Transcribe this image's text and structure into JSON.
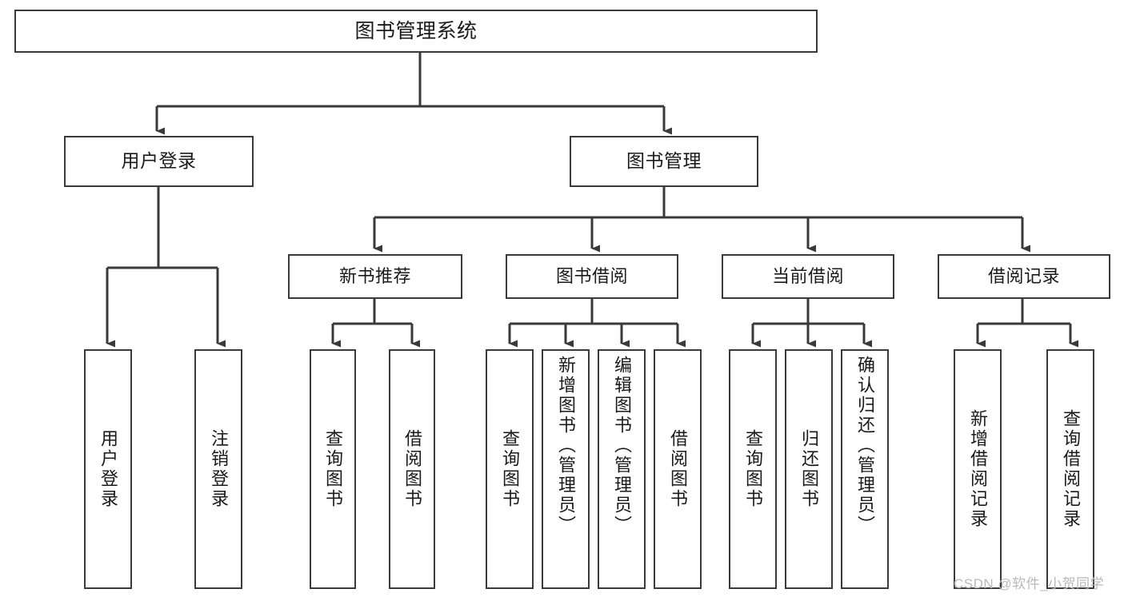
{
  "diagram": {
    "title": "图书管理系统",
    "type": "tree-hierarchy",
    "orientation": "top-down",
    "colors": {
      "node_border": "#3a3a3a",
      "node_fill": "#ffffff",
      "connector": "#3a3a3a",
      "text": "#1a1a1a",
      "watermark": "#b9b9b9",
      "background": "#ffffff"
    },
    "watermark": "CSDN @软件_小贺同学"
  },
  "nodes": {
    "root": {
      "label": "图书管理系统"
    },
    "level2": [
      {
        "label": "用户登录"
      },
      {
        "label": "图书管理"
      }
    ],
    "level3": [
      {
        "label": "新书推荐"
      },
      {
        "label": "图书借阅"
      },
      {
        "label": "当前借阅"
      },
      {
        "label": "借阅记录"
      }
    ],
    "leaves": {
      "user_login": [
        {
          "label": "用户登录"
        },
        {
          "label": "注销登录"
        }
      ],
      "new_book_recommend": [
        {
          "label": "查询图书"
        },
        {
          "label": "借阅图书"
        }
      ],
      "book_borrow": [
        {
          "label": "查询图书"
        },
        {
          "label": "新增图书（管理员）"
        },
        {
          "label": "编辑图书（管理员）"
        },
        {
          "label": "借阅图书"
        }
      ],
      "current_borrow": [
        {
          "label": "查询图书"
        },
        {
          "label": "归还图书"
        },
        {
          "label": "确认归还（管理员）"
        }
      ],
      "borrow_record": [
        {
          "label": "新增借阅记录"
        },
        {
          "label": "查询借阅记录"
        }
      ]
    }
  }
}
